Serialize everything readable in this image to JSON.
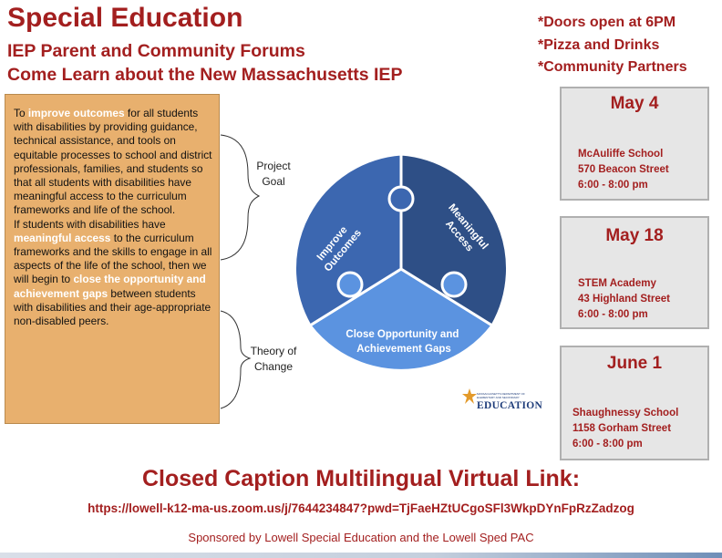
{
  "header": {
    "title": "Special Education",
    "subtitle1": "IEP Parent and Community Forums",
    "subtitle2": "Come Learn about the New Massachusetts IEP"
  },
  "notes": [
    "*Doors open at 6PM",
    "*Pizza and Drinks",
    "*Community Partners"
  ],
  "goal_box": {
    "p1_a": "To ",
    "p1_hl": "improve outcomes",
    "p1_b": " for all students with disabilities by providing guidance, technical assistance, and tools on equitable processes to school and district professionals, families, and students so that all students with disabilities have meaningful access to the curriculum frameworks and life of the school.",
    "p2_a": "If students with disabilities have ",
    "p2_hl1": "meaningful access",
    "p2_b": " to the curriculum frameworks and the skills to engage in all aspects of the life of the school, then we will begin to ",
    "p2_hl2": "close the opportunity and achievement gaps",
    "p2_c": " between students with disabilities and their age-appropriate non-disabled peers."
  },
  "brace_labels": {
    "project_goal_1": "Project",
    "project_goal_2": "Goal",
    "theory_1": "Theory of",
    "theory_2": "Change"
  },
  "puzzle": {
    "piece_left_1": "Improve",
    "piece_left_2": "Outcomes",
    "piece_right_1": "Meaningful",
    "piece_right_2": "Access",
    "piece_bottom_1": "Close Opportunity and",
    "piece_bottom_2": "Achievement Gaps",
    "colors": {
      "left": "#3c67b0",
      "right": "#2e4f86",
      "bottom": "#5b93e0"
    }
  },
  "logo": {
    "small_text": "MASSACHUSETTS DEPARTMENT OF ELEMENTARY AND SECONDARY",
    "main_text": "EDUCATION"
  },
  "events": [
    {
      "date": "May 4",
      "place": "McAuliffe School",
      "street": "570 Beacon Street",
      "time": "6:00 - 8:00 pm"
    },
    {
      "date": "May 18",
      "place": "STEM Academy",
      "street": "43 Highland Street",
      "time": "6:00 - 8:00 pm"
    },
    {
      "date": "June 1",
      "place": "Shaughnessy School",
      "street": "1158 Gorham Street",
      "time": "6:00 - 8:00 pm"
    }
  ],
  "footer": {
    "cc_title": "Closed Caption Multilingual Virtual Link:",
    "zoom_link": "https://lowell-k12-ma-us.zoom.us/j/7644234847?pwd=TjFaeHZtUCgoSFl3WkpDYnFpRzZadzog",
    "sponsor": "Sponsored by Lowell Special Education and the Lowell Sped PAC"
  },
  "colors": {
    "accent": "#a31f1f",
    "goal_box": "#e8b06e",
    "card_bg": "#e6e6e6"
  }
}
